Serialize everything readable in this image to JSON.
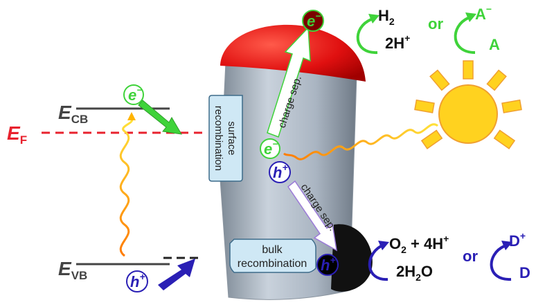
{
  "energy_levels": {
    "cb_main": "E",
    "cb_sub": "CB",
    "fermi_main": "E",
    "fermi_sub": "F",
    "vb_main": "E",
    "vb_sub": "VB"
  },
  "carriers": {
    "electron": "e",
    "electron_sup": "−",
    "hole": "h",
    "hole_sup": "+"
  },
  "labels": {
    "surface_recombination_line1": "surface",
    "surface_recombination_line2": "recombination",
    "bulk_recombination_line1": "bulk",
    "bulk_recombination_line2": "recombination",
    "charge_sep_top": "charge sep.",
    "charge_sep_bottom": "charge sep."
  },
  "reduction": {
    "h2": "H",
    "h2_sub": "2",
    "two_h": "2H",
    "two_h_sup": "+",
    "or": "or",
    "a_minus": "A",
    "a_minus_sup": "−",
    "a": "A"
  },
  "oxidation": {
    "o2_line": "O",
    "o2_sub": "2",
    "o2_rest": " + 4H",
    "o2_sup": "+",
    "water": "2H",
    "water_sub": "2",
    "water_rest": "O",
    "or": "or",
    "d_plus": "D",
    "d_plus_sup": "+",
    "d": "D"
  },
  "colors": {
    "fermi": "#e8222e",
    "electron": "#3fd33a",
    "hole": "#2a1fb5",
    "level_line": "#444444",
    "rod_body": "#aeb9c6",
    "metal_cap": "#e01010",
    "oxide_tip": "#111111",
    "sun": "#ffd21f",
    "recombination_box": "#cfe8f5"
  }
}
